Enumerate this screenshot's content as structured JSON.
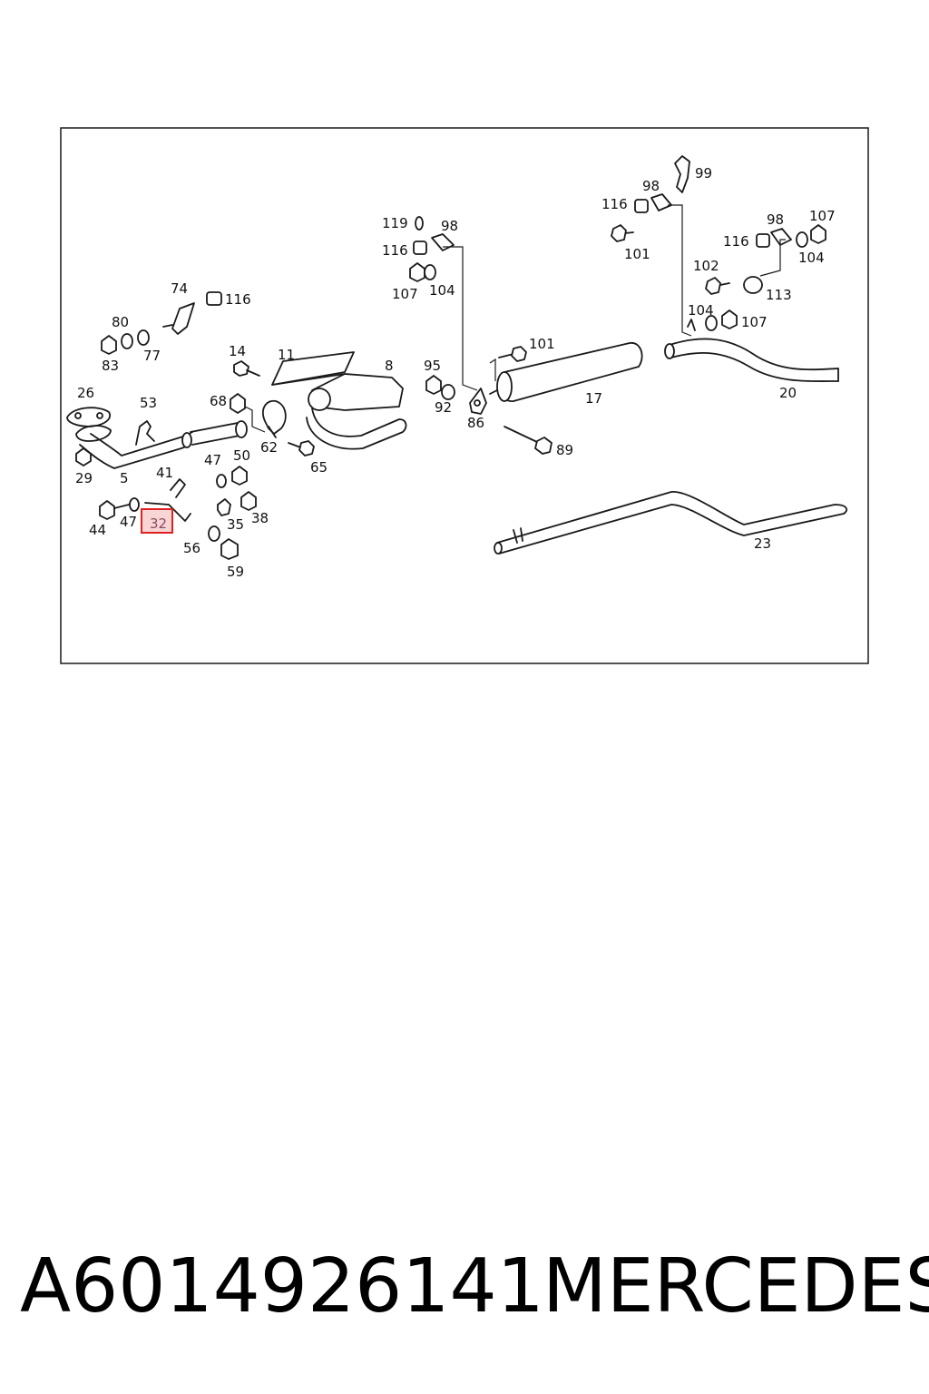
{
  "diagram": {
    "callouts": [
      {
        "id": "c99",
        "text": "99"
      },
      {
        "id": "c98a",
        "text": "98"
      },
      {
        "id": "c116a",
        "text": "116"
      },
      {
        "id": "c101a",
        "text": "101"
      },
      {
        "id": "c119",
        "text": "119"
      },
      {
        "id": "c98b",
        "text": "98"
      },
      {
        "id": "c116b",
        "text": "116"
      },
      {
        "id": "c107a",
        "text": "107"
      },
      {
        "id": "c104a",
        "text": "104"
      },
      {
        "id": "c98c",
        "text": "98"
      },
      {
        "id": "c107b",
        "text": "107"
      },
      {
        "id": "c116c",
        "text": "116"
      },
      {
        "id": "c104b",
        "text": "104"
      },
      {
        "id": "c102",
        "text": "102"
      },
      {
        "id": "c113",
        "text": "113"
      },
      {
        "id": "c104c",
        "text": "104"
      },
      {
        "id": "c107c",
        "text": "107"
      },
      {
        "id": "c74",
        "text": "74"
      },
      {
        "id": "c116d",
        "text": "116"
      },
      {
        "id": "c80",
        "text": "80"
      },
      {
        "id": "c83",
        "text": "83"
      },
      {
        "id": "c77",
        "text": "77"
      },
      {
        "id": "c14",
        "text": "14"
      },
      {
        "id": "c11",
        "text": "11"
      },
      {
        "id": "c8",
        "text": "8"
      },
      {
        "id": "c95",
        "text": "95"
      },
      {
        "id": "c101b",
        "text": "101"
      },
      {
        "id": "c26",
        "text": "26"
      },
      {
        "id": "c53",
        "text": "53"
      },
      {
        "id": "c68",
        "text": "68"
      },
      {
        "id": "c92",
        "text": "92"
      },
      {
        "id": "c86",
        "text": "86"
      },
      {
        "id": "c17",
        "text": "17"
      },
      {
        "id": "c20",
        "text": "20"
      },
      {
        "id": "c62",
        "text": "62"
      },
      {
        "id": "c89",
        "text": "89"
      },
      {
        "id": "c29",
        "text": "29"
      },
      {
        "id": "c5",
        "text": "5"
      },
      {
        "id": "c47a",
        "text": "47"
      },
      {
        "id": "c50",
        "text": "50"
      },
      {
        "id": "c65",
        "text": "65"
      },
      {
        "id": "c41",
        "text": "41"
      },
      {
        "id": "c44",
        "text": "44"
      },
      {
        "id": "c47b",
        "text": "47"
      },
      {
        "id": "c35",
        "text": "35"
      },
      {
        "id": "c38",
        "text": "38"
      },
      {
        "id": "c56",
        "text": "56"
      },
      {
        "id": "c59",
        "text": "59"
      },
      {
        "id": "c23",
        "text": "23"
      }
    ],
    "highlighted_callout": "32"
  },
  "footer": {
    "part_number": "A6014926141",
    "brand": "MERCEDES"
  }
}
